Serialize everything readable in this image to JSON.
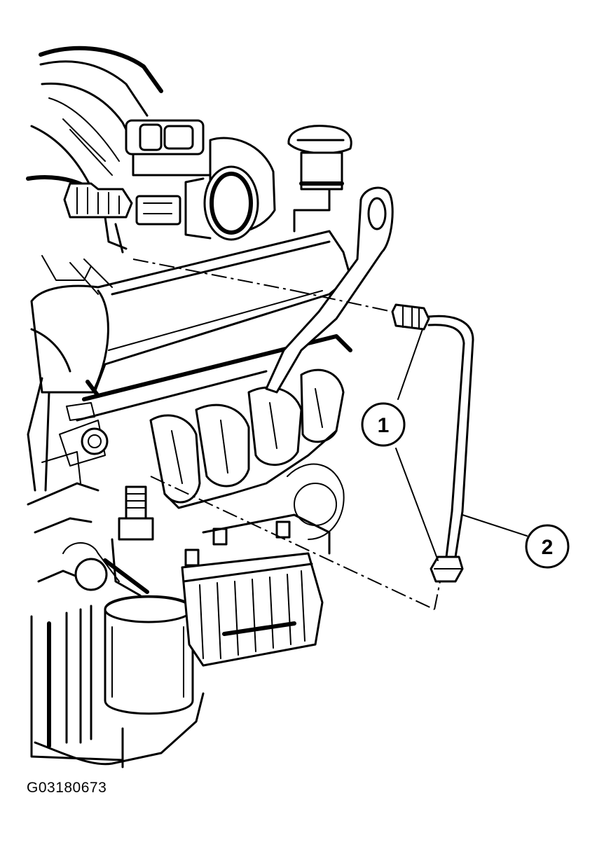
{
  "callouts": [
    {
      "number": "1"
    },
    {
      "number": "2"
    }
  ],
  "figure_id": "G03180673"
}
